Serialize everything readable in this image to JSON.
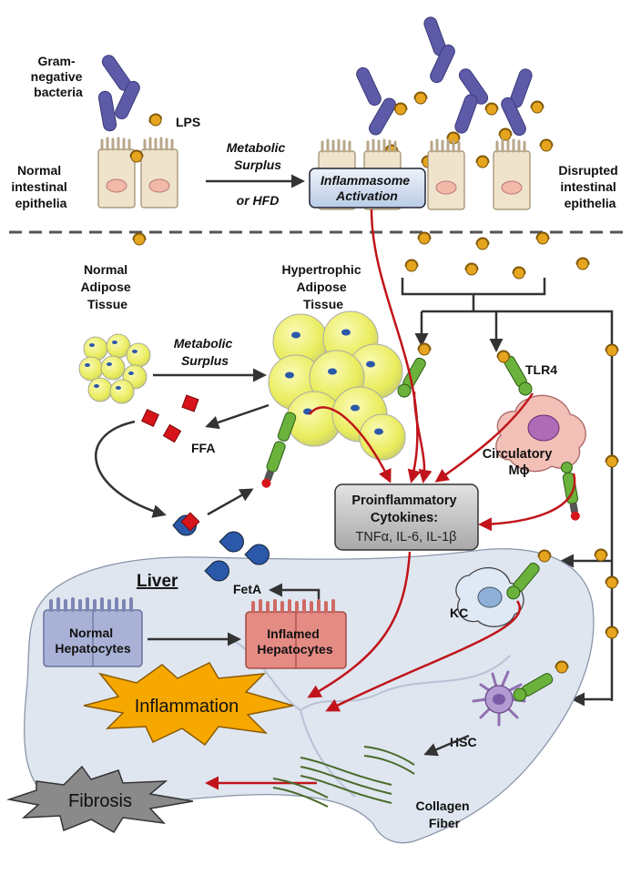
{
  "labels": {
    "gram_negative": [
      "Gram-",
      "negative",
      "bacteria"
    ],
    "lps": "LPS",
    "normal_epithelia": [
      "Normal",
      "intestinal",
      "epithelia"
    ],
    "metabolic_surplus_top": [
      "Metabolic",
      "Surplus"
    ],
    "or_hfd": "or HFD",
    "inflammasome": [
      "Inflammasome",
      "Activation"
    ],
    "disrupted_epithelia": [
      "Disrupted",
      "intestinal",
      "epithelia"
    ],
    "normal_adipose": [
      "Normal",
      "Adipose",
      "Tissue"
    ],
    "hypertrophic_adipose": [
      "Hypertrophic",
      "Adipose",
      "Tissue"
    ],
    "metabolic_surplus_mid": [
      "Metabolic",
      "Surplus"
    ],
    "ffa": "FFA",
    "tlr4": "TLR4",
    "circulatory_mphi": [
      "Circulatory",
      "Mϕ"
    ],
    "cytokines": [
      "Proinflammatory",
      "Cytokines:",
      "TNFα, IL-6, IL-1β"
    ],
    "liver": "Liver",
    "feta": "FetA",
    "normal_hepatocytes": [
      "Normal",
      "Hepatocytes"
    ],
    "inflamed_hepatocytes": [
      "Inflamed",
      "Hepatocytes"
    ],
    "kc": "KC",
    "inflammation": "Inflammation",
    "hsc": "HSC",
    "fibrosis": "Fibrosis",
    "collagen": [
      "Collagen",
      "Fiber"
    ]
  },
  "colors": {
    "red_arrow": "#c0141a",
    "dark_arrow": "#333333",
    "adipocyte": "#eef06a",
    "epithelium": "#efe3cc",
    "nucleus": "#f2b8a8",
    "bacteria": "#5d5ba8",
    "lps": "#e6a51e",
    "tlr4_green": "#6ab23c",
    "ffa_red": "#d6141a",
    "feta_blue": "#2b58a8",
    "normal_hep": "#a9b2d6",
    "inflamed_hep": "#e48b84",
    "macrophage": "#f2c0b6",
    "inflammation_star": "#f7a800",
    "fibrosis_star": "#8a8a8a",
    "liver_fill": "#dfe6f0"
  }
}
